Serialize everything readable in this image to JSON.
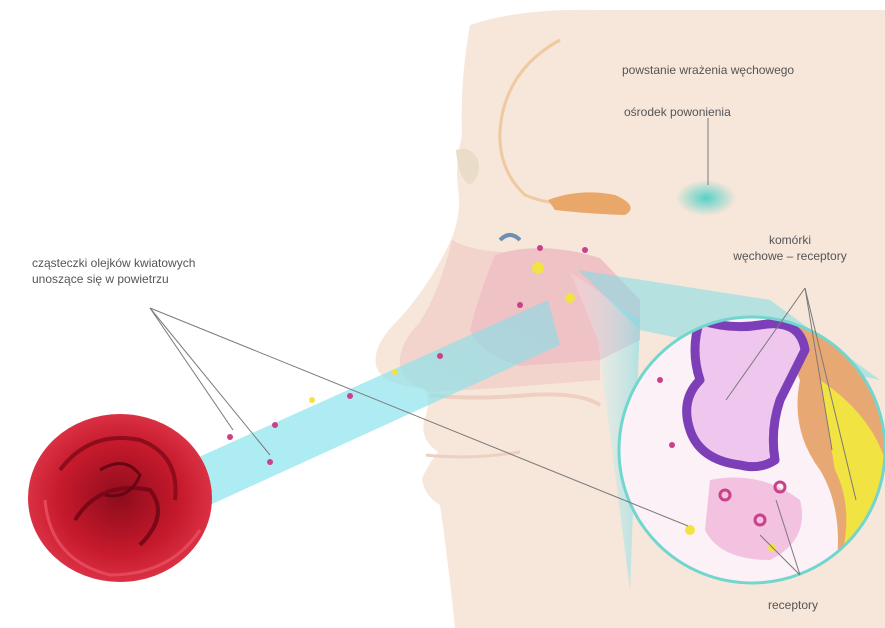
{
  "labels": {
    "smell_sensation_origin": "powstanie wrażenia węchowego",
    "smell_center": "ośrodek powonienia",
    "olfactory_cells_line1": "komórki",
    "olfactory_cells_line2": "węchowe – receptory",
    "floral_oil_particles_line1": "cząsteczki olejków kwiatowych",
    "floral_oil_particles_line2": "unoszące się w powietrzu",
    "receptors": "receptory"
  },
  "colors": {
    "skin": "#f6e4d8",
    "skin_shadow": "#eecfc2",
    "nasal_cavity": "#f2c6c6",
    "scent_stream": "#8fe6ee",
    "smell_center": "#6fd7cf",
    "olfactory_bulb": "#e9a86a",
    "rose": "#c3182a",
    "magnifier_ring": "#72d6cf",
    "epithelium_purple": "#7d3fb8",
    "yellow_particles": "#f1e342",
    "pink_particles": "#c8418a",
    "label_text": "#555555",
    "leader_lines": "#7a7a7a"
  },
  "icons": [
    "rose-illustration",
    "human-head-profile",
    "magnifier-lens"
  ]
}
